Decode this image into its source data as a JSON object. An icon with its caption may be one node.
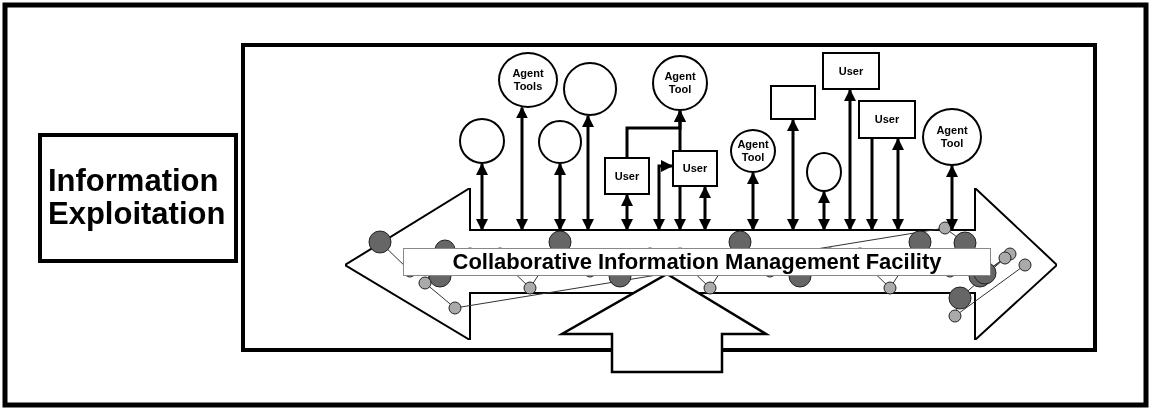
{
  "diagram": {
    "nodes": [
      {
        "text": [
          "Information Exploitation"
        ]
      },
      {
        "text": [
          "Collaborative Information Management Facility"
        ]
      },
      {
        "text": [],
        "shape": "circle"
      },
      {
        "text": [],
        "shape": "circle"
      },
      {
        "text": [
          "Agent Tools"
        ]
      },
      {
        "text": [],
        "shape": "circle"
      },
      {
        "text": [
          "Agent Tool"
        ]
      },
      {
        "text": [
          "User"
        ]
      },
      {
        "text": [
          "User"
        ]
      },
      {
        "text": [
          "Agent Tool"
        ]
      },
      {
        "text": [],
        "shape": "box"
      },
      {
        "text": [],
        "shape": "circle"
      },
      {
        "text": [
          "User"
        ]
      },
      {
        "text": [
          "User"
        ]
      },
      {
        "text": [
          "Agent Tool"
        ]
      }
    ],
    "edges": [
      {
        "from": 1,
        "to": 2,
        "arrow": "both"
      },
      {
        "from": 1,
        "to": 4,
        "arrow": "both"
      },
      {
        "from": 1,
        "to": 3,
        "arrow": "both"
      },
      {
        "from": 1,
        "to": 5,
        "arrow": "both"
      },
      {
        "from": 7,
        "to": 6,
        "arrow": "to"
      },
      {
        "from": 8,
        "to": 6,
        "arrow": "to"
      },
      {
        "from": 1,
        "to": 7,
        "arrow": "both"
      },
      {
        "from": 1,
        "to": 8,
        "arrow": "both"
      },
      {
        "from": 8,
        "to": 1,
        "arrow": "to"
      },
      {
        "from": 1,
        "to": 8,
        "arrow": "both"
      },
      {
        "from": 1,
        "to": 9,
        "arrow": "both"
      },
      {
        "from": 1,
        "to": 10,
        "arrow": "both"
      },
      {
        "from": 1,
        "to": 11,
        "arrow": "both"
      },
      {
        "from": 1,
        "to": 12,
        "arrow": "both"
      },
      {
        "from": 13,
        "to": 1,
        "arrow": "to"
      },
      {
        "from": 1,
        "to": 13,
        "arrow": "both"
      },
      {
        "from": 1,
        "to": 14,
        "arrow": "both"
      },
      {
        "from": null,
        "to": 1,
        "arrow": "to",
        "style": "thick"
      }
    ]
  }
}
